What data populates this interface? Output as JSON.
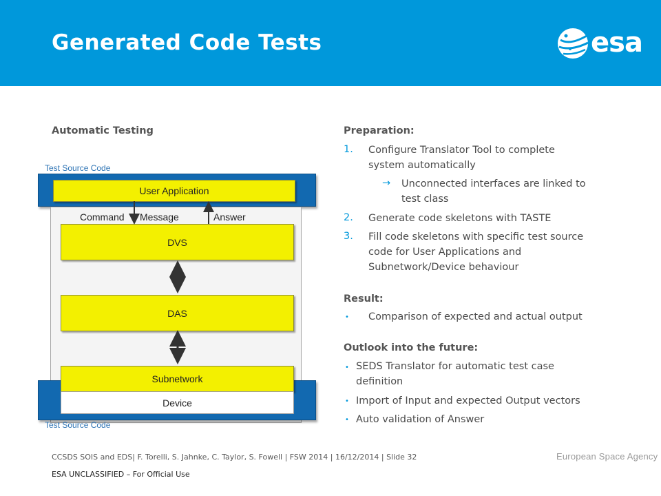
{
  "slide": {
    "title": "Generated Code Tests",
    "logo_text": "esa"
  },
  "left": {
    "heading": "Automatic Testing",
    "diagram": {
      "top_label": "Test Source Code",
      "bottom_label": "Test Source Code",
      "user_application": "User Application",
      "command": "Command",
      "message": "Message",
      "answer": "Answer",
      "dvs": "DVS",
      "das": "DAS",
      "subnetwork": "Subnetwork",
      "device": "Device"
    }
  },
  "right": {
    "preparation": {
      "heading": "Preparation:",
      "items": [
        {
          "num": "1.",
          "text_lines": [
            "Configure Translator Tool to complete",
            "system automatically"
          ]
        },
        {
          "num": "",
          "arrow": "→",
          "text_lines": [
            "Unconnected interfaces are linked to",
            "test class"
          ]
        },
        {
          "num": "2.",
          "text_lines": [
            "Generate code skeletons with TASTE"
          ]
        },
        {
          "num": "3.",
          "text_lines": [
            "Fill code skeletons with specific test source",
            "code for User Applications and",
            "Subnetwork/Device behaviour"
          ]
        }
      ]
    },
    "result": {
      "heading": "Result:",
      "items": [
        "Comparison of expected and actual output"
      ]
    },
    "outlook": {
      "heading": "Outlook into the future:",
      "items": [
        [
          "SEDS Translator for automatic test case",
          "definition"
        ],
        [
          "Import of Input and expected Output vectors"
        ],
        [
          "Auto validation of Answer"
        ]
      ]
    }
  },
  "footer": {
    "credits": "CCSDS SOIS and EDS| F. Torelli, S. Jahnke, C. Taylor, S. Fowell | FSW 2014 | 16/12/2014 | Slide  32",
    "agency": "European Space Agency",
    "classification": "ESA UNCLASSIFIED – For Official Use"
  },
  "colors": {
    "brand_blue": "#0098db",
    "band_blue": "#1269b0",
    "box_yellow": "#f3f000"
  }
}
